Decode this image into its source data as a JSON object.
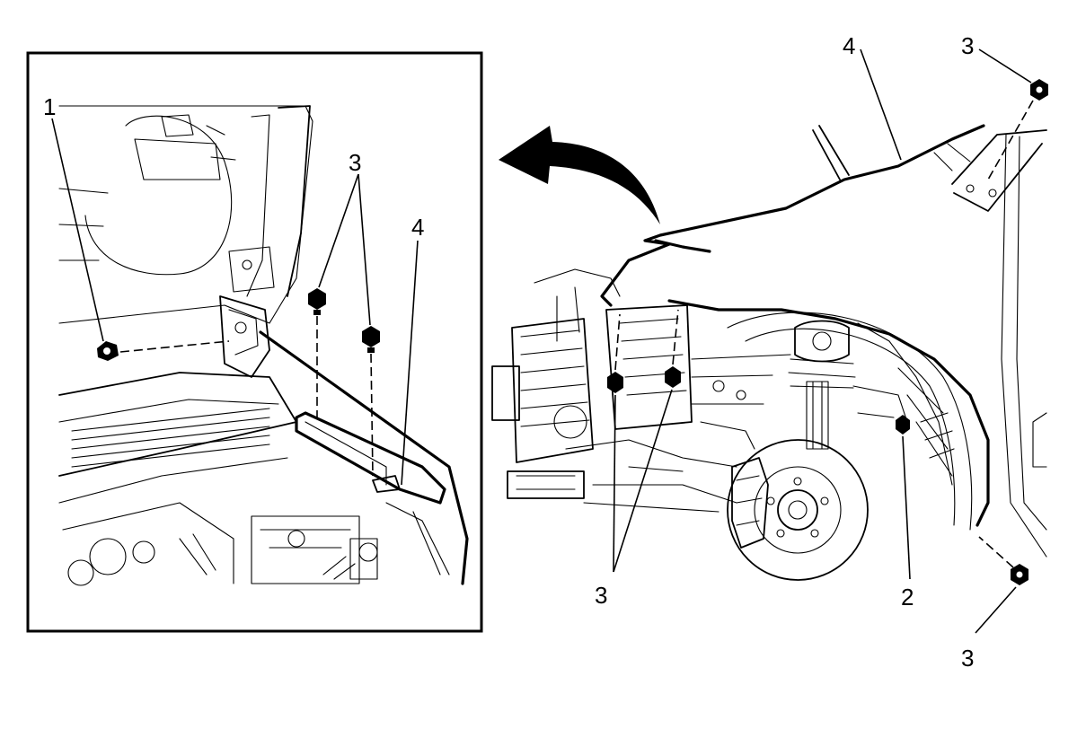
{
  "diagram": {
    "inset": {
      "callouts": {
        "bolt_left": "1",
        "fasteners_top": "3",
        "fender": "4"
      }
    },
    "main": {
      "callouts": {
        "fender_top": "4",
        "bolt_top_right": "3",
        "fasteners_front": "3",
        "bolt_bottom": "3",
        "liner_fastener": "2"
      }
    },
    "removal_arrow": "arc-arrow-left",
    "colors": {
      "line": "#000000",
      "background": "#ffffff"
    }
  }
}
